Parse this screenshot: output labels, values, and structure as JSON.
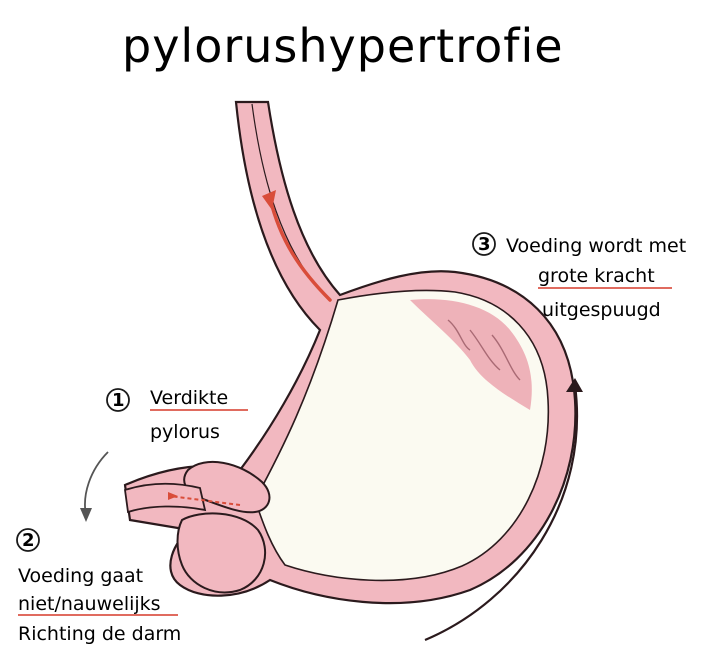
{
  "title": "pylorushypertrofie",
  "annotations": [
    {
      "number": "1",
      "lines": [
        "Verdikte",
        "pylorus"
      ],
      "underlined": [
        0
      ]
    },
    {
      "number": "2",
      "lines": [
        "Voeding gaat",
        "niet/nauwelijks",
        "Richting de darm"
      ],
      "underlined": [
        1
      ]
    },
    {
      "number": "3",
      "lines": [
        "Voeding wordt met",
        "grote kracht",
        "uitgespuugd"
      ],
      "underlined": [
        1
      ]
    }
  ],
  "colors": {
    "wall": "#f2b8c0",
    "outline": "#2b1a1d",
    "inner_wall": "#e99aa6",
    "stomach_fill": "#fbfaf1",
    "arrow_red": "#d94d3a",
    "underline_red": "#d63a2a"
  }
}
